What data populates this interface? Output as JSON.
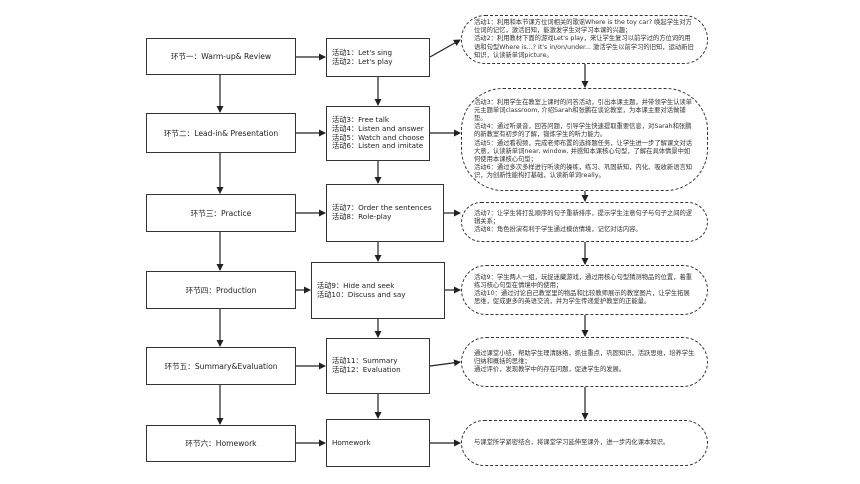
{
  "stages": [
    {
      "label": "环节一：Warm-up& Review",
      "activities": [
        "活动1：Let's sing",
        "活动2：Let's play"
      ],
      "description": [
        "活动1：利用和本节课方位词相关的歌谣Where is the toy car? 唤起学生对方位词的记忆，激活旧知，能激发学生对学习本课的兴趣；",
        "活动2：利用教材下面的游戏Let's play，来让学生复习以前学过的方位词的用语和句型Where is...? It's in/on/under... 激活学生以前学习的旧知，运动新旧知识，认读新单词picture。"
      ]
    },
    {
      "label": "环节二：Lead-in& Presentation",
      "activities": [
        "活动3：Free talk",
        "活动4：Listen and answer",
        "活动5：Watch and choose",
        "活动6：Listen and imitate"
      ],
      "description": [
        "活动3：利用学生在教室上课时的问答活动，引出本课主题，并带领学生认读单元主题单词classroom, 介绍Sarah和张鹏在谈论教室，为本课主要对话做铺垫。",
        "活动4：通过听录音，回答问题，引导学生快速提取重要信息，对Sarah和张鹏的新教室有初步的了解，锻炼学生的听力能力。",
        "活动5：通过看视频，完成老师布置的选择题任务，让学生进一步了解课文对话大意，认读新单词near, window, 并感知本课核心句型，了解在具体情景中如何使用本课核心句型；",
        "活动6：通过多次多样进行听读的操练，练习、巩固新知，内化、吸收新语言知识，为创新性能构打基础，认读新单词really。"
      ]
    },
    {
      "label": "环节三：Practice",
      "activities": [
        "活动7：Order the sentences",
        "活动8：Role-play"
      ],
      "description": [
        "活动7：让学生将打乱顺序的句子重新排序，提示学生注意句子与句子之间的逻辑关系；",
        "活动8：角色扮演有利于学生通过模仿情境，记忆对话内容。"
      ]
    },
    {
      "label": "环节四：Production",
      "activities": [
        "活动9：Hide and seek",
        "活动10：Discuss and say"
      ],
      "description": [
        "活动9：学生两人一组，玩捉迷藏游戏，通过用核心句型猜测物品的位置，着重练习核心句型在情境中的使用；",
        "活动10：通过讨论自己教室里的物品和比较教师展示的教室图片，让学生拓展思维，促成更多的英语交流，并为学生传递爱护教室的正能量。"
      ]
    },
    {
      "label": "环节五：Summary&Evaluation",
      "activities": [
        "活动11：Summary",
        "活动12：Evaluation"
      ],
      "description": [
        "通过课堂小结，帮助学生理清脉络，抓住重点，巩固知识，活跃思维，培养学生归纳和概括的思维；",
        "通过评价，发现教学中的存在问题，促进学生的发展。"
      ]
    },
    {
      "label": "环节六：Homework",
      "activities": [
        "Homework"
      ],
      "description": [
        "与课堂所学紧密结合，将课堂学习延伸至课外，进一步内化课本知识。"
      ]
    }
  ]
}
